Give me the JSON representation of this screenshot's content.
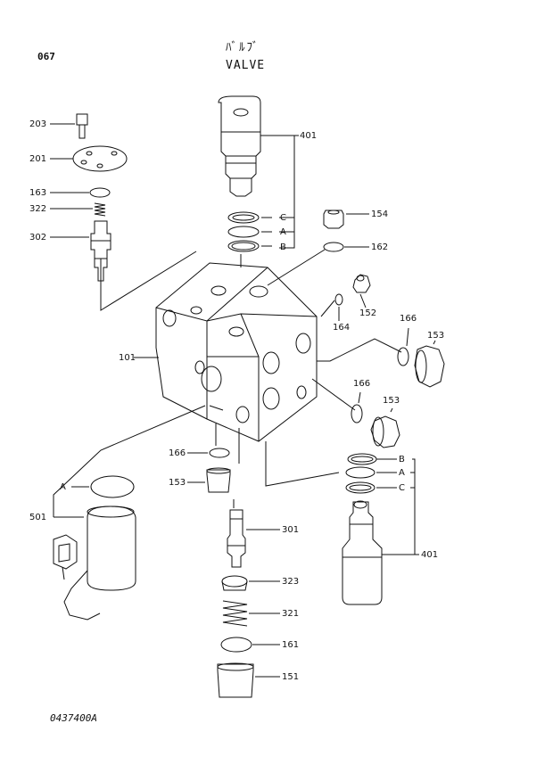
{
  "header": {
    "page_code": "067",
    "title_jp": "ﾊﾞﾙﾌﾞ",
    "title_en": "VALVE"
  },
  "footer": {
    "drawing_number": "0437400A"
  },
  "callouts": {
    "p203": "203",
    "p201": "201",
    "p163": "163",
    "p322": "322",
    "p302": "302",
    "p401_top": "401",
    "c_top": "C",
    "a_top": "A",
    "b_top": "B",
    "p154": "154",
    "p162": "162",
    "p152": "152",
    "p164": "164",
    "p166_r1": "166",
    "p153_r1": "153",
    "p101": "101",
    "p166_r2": "166",
    "p153_r2": "153",
    "b_bot": "B",
    "a_bot": "A",
    "c_bot": "C",
    "p401_bot": "401",
    "p166_l": "166",
    "p153_l": "153",
    "a_left": "A",
    "p501": "501",
    "p301": "301",
    "p323": "323",
    "p321": "321",
    "p161": "161",
    "p151": "151"
  }
}
